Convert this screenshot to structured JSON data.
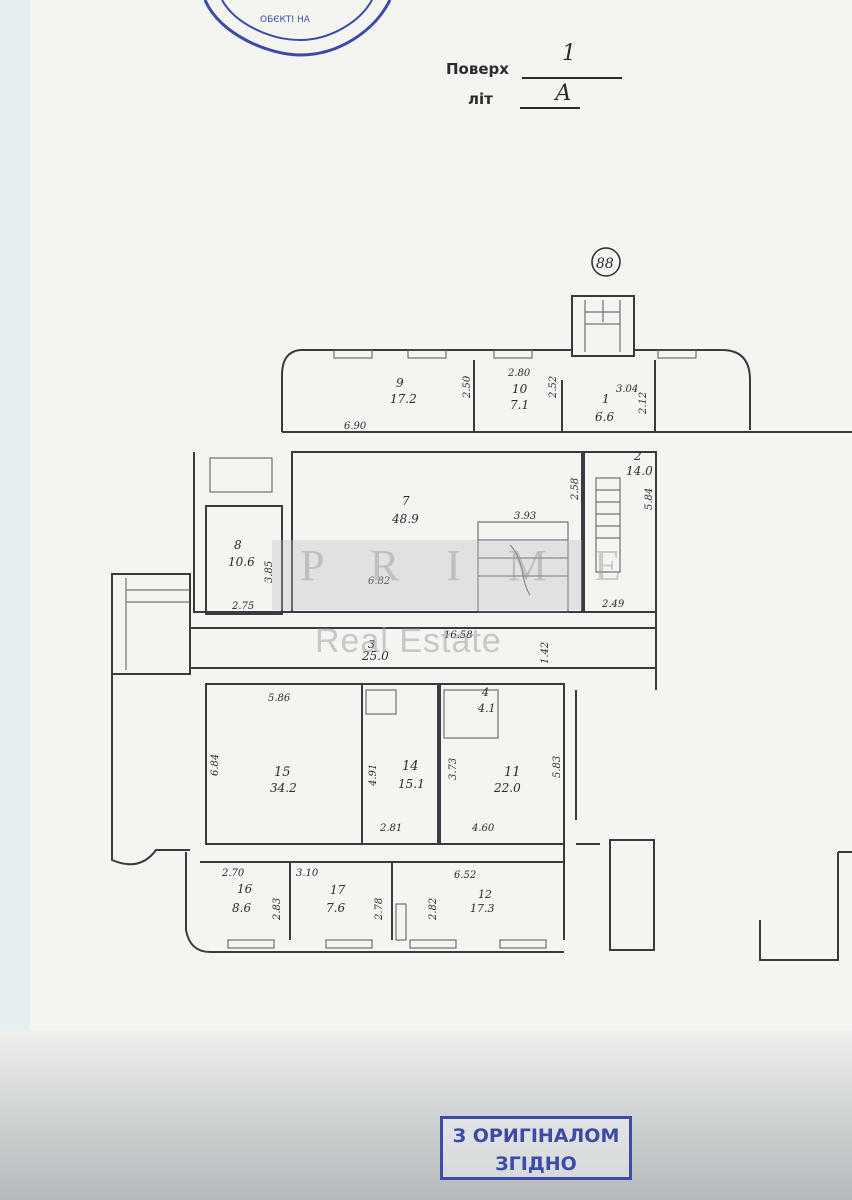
{
  "header": {
    "floor_label": "Поверх",
    "floor_value": "1",
    "litera_label": "літ",
    "litera_value": "А"
  },
  "building_number": "88",
  "watermark": {
    "brand": "P R I M E",
    "sub": "Real Estate"
  },
  "stamp": {
    "line1": "З ОРИГІНАЛОМ",
    "line2": "ЗГІДНО"
  },
  "rooms": [
    {
      "id": "r9",
      "num": "9",
      "area": "17.2"
    },
    {
      "id": "r10",
      "num": "10",
      "area": "7.1"
    },
    {
      "id": "r1",
      "num": "1",
      "area": "6.6"
    },
    {
      "id": "r7",
      "num": "7",
      "area": "48.9"
    },
    {
      "id": "r2",
      "num": "2",
      "area": "14.0"
    },
    {
      "id": "r8",
      "num": "8",
      "area": "10.6"
    },
    {
      "id": "r3",
      "num": "3",
      "area": "25.0"
    },
    {
      "id": "r4",
      "num": "4",
      "area": "4.1"
    },
    {
      "id": "r15",
      "num": "15",
      "area": "34.2"
    },
    {
      "id": "r14",
      "num": "14",
      "area": "15.1"
    },
    {
      "id": "r11",
      "num": "11",
      "area": "22.0"
    },
    {
      "id": "r16",
      "num": "16",
      "area": "8.6"
    },
    {
      "id": "r17",
      "num": "17",
      "area": "7.6"
    },
    {
      "id": "r12",
      "num": "12",
      "area": "17.3"
    }
  ],
  "dimensions": {
    "d250": "2.50",
    "d280": "2.80",
    "d252": "2.52",
    "d304": "3.04",
    "d212": "2.12",
    "d690": "6.90",
    "d258": "2.58",
    "d840": "5.84",
    "d393": "3.93",
    "d385": "3.85",
    "d682": "6.82",
    "d275": "2.75",
    "d249": "2.49",
    "d1658": "16.58",
    "d142": "1.42",
    "d586": "5.86",
    "d684": "6.84",
    "d491": "4.91",
    "d373": "3.73",
    "d583": "5.83",
    "d281": "2.81",
    "d460": "4.60",
    "d270": "2.70",
    "d310": "3.10",
    "d652": "6.52",
    "d283": "2.83",
    "d278": "2.78",
    "d282": "2.82"
  }
}
